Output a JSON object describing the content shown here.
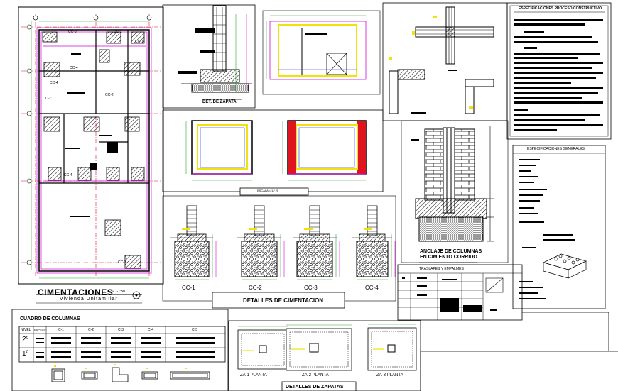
{
  "title_block": {
    "title": "CIMENTACIONES",
    "scale": "ESC.-1:50",
    "subtitle": "Vivienda Unifamiliar"
  },
  "plan": {
    "labels": [
      "CC-3",
      "CC-1",
      "CC-1",
      "CC-4",
      "CC-4",
      "CC-2",
      "CC-4",
      "CC-3",
      "CC-2"
    ]
  },
  "zapata_detail": {
    "label": "DET. DE ZAPATA"
  },
  "escala": {
    "label": "ESCALA = 1 / 25"
  },
  "cimentacion_details": {
    "labels": [
      "CC-1",
      "CC-2",
      "CC-3",
      "CC-4"
    ],
    "title": "DETALLES DE CIMENTACION"
  },
  "anclaje": {
    "line1": "ANCLAJE DE COLUMNAS",
    "line2": "EN CIMIENTO CORRIDO"
  },
  "specs": {
    "proceso_title": "ESPECIFICACIONES PROCESO CONSTRUCTIVO",
    "generales_title": "ESPECIFICACIONES GENERALES",
    "traslapes_title": "TRASLAPES Y EMPALMES"
  },
  "cuadro": {
    "title": "CUADRO DE COLUMNAS",
    "header_nivel": "NIVEL",
    "header_espec": "ESPECIF.",
    "col_headers": [
      "C-1",
      "C-2",
      "C-3",
      "C-4",
      "C-5"
    ],
    "levels": [
      "2º",
      "1º"
    ]
  },
  "zapatas": {
    "labels": [
      "ZA-1 PLANTA",
      "ZA-2 PLANTA",
      "ZA-3 PLANTA"
    ],
    "title": "DETALLES DE ZAPATAS"
  },
  "colors": {
    "ink": "#000000",
    "magenta": "#d10ad8",
    "yellow": "#f3e20a",
    "red": "#e0141e",
    "blue": "#1a2fe0",
    "green": "#2aa52a"
  }
}
